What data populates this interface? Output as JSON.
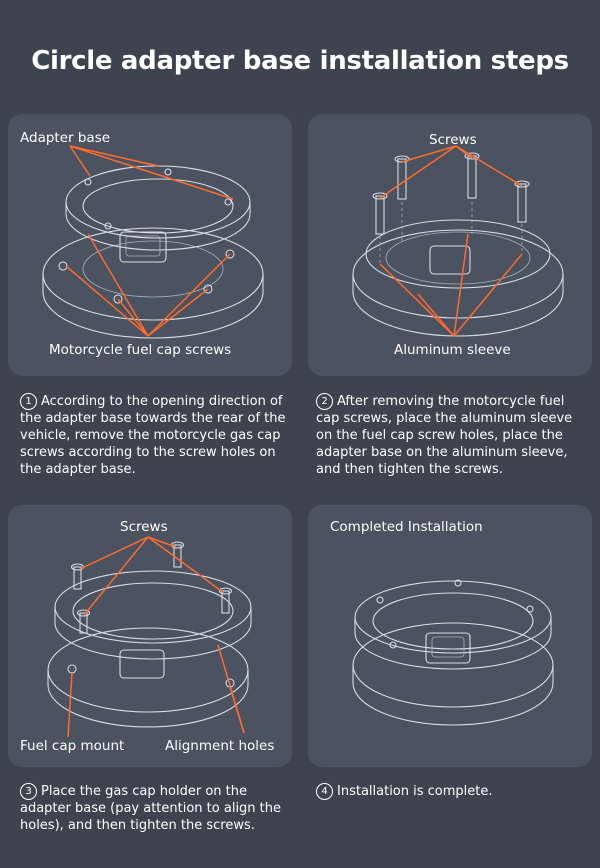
{
  "title": "Circle adapter base installation steps",
  "panels": [
    {
      "labels": [
        "Adapter base",
        "Motorcycle fuel cap screws"
      ]
    },
    {
      "labels": [
        "Screws",
        "Aluminum sleeve"
      ]
    },
    {
      "labels": [
        "Screws",
        "Fuel cap mount",
        "Alignment holes"
      ]
    },
    {
      "labels": [
        "Completed Installation"
      ]
    }
  ],
  "steps": [
    {
      "num": "1",
      "text": "According to the opening direction of the adapter base towards the rear of the vehicle, remove the motorcycle gas cap screws according to the screw holes on the adapter base."
    },
    {
      "num": "2",
      "text": "After removing the motorcycle fuel cap screws, place the aluminum sleeve on the fuel cap screw holes, place the adapter base on the aluminum sleeve, and then tighten the screws."
    },
    {
      "num": "3",
      "text": "Place the gas cap holder on the adapter base (pay attention to align the holes), and then tighten the screws."
    },
    {
      "num": "4",
      "text": "Installation is complete."
    }
  ],
  "colors": {
    "background": "#3d4450",
    "panel": "#4b5260",
    "accent": "#ff6b2c"
  }
}
